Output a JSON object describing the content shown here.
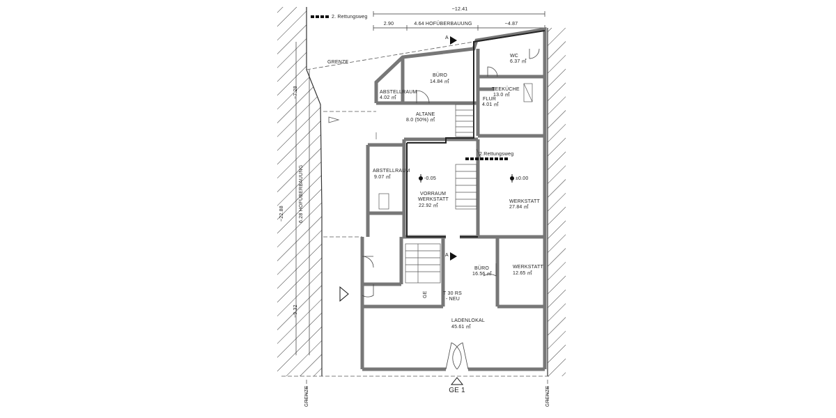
{
  "legend": {
    "label": "2. Rettungsweg"
  },
  "dimensions": {
    "total_width": "~12.41",
    "d1": "2.90",
    "d2": "4.64 HOFÜBERBAUUNG",
    "d3": "~4.87",
    "left_1": "~7.28",
    "left_2": "~22.88",
    "left_3": "6.28 HOFÜBERBAUUNG",
    "left_4": "~9.32"
  },
  "boundary": {
    "top": "GRENZE",
    "bottom_left": "GRENZE",
    "bottom_right": "GRENZE"
  },
  "rooms": {
    "wc": {
      "name": "WC",
      "area": "6.37 ㎡"
    },
    "buero_top": {
      "name": "BÜRO",
      "area": "14.84 ㎡"
    },
    "abstell_top": {
      "name": "ABSTELLRAUM",
      "area": "4.02 ㎡"
    },
    "teekueche": {
      "name": "TEEKÜCHE",
      "area": "13.0 ㎡"
    },
    "flur": {
      "name": "FLUR",
      "area": "4.01 ㎡"
    },
    "altane": {
      "name": "ALTANE",
      "area": "8.0 (50%) ㎡"
    },
    "abstell_mid": {
      "name": "ABSTELLRAUM",
      "area": "9.07 ㎡"
    },
    "vorraum": {
      "name": "VORRAUM",
      "name2": "WERKSTATT",
      "area": "22.92 ㎡"
    },
    "werkstatt_big": {
      "name": "WERKSTATT",
      "area": "27.84 ㎡"
    },
    "buero_bottom": {
      "name": "BÜRO",
      "area": "16.56 ㎡"
    },
    "werkstatt_small": {
      "name": "WERKSTATT",
      "area": "12.65 ㎡"
    },
    "ladenlokal": {
      "name": "LADENLOKAL",
      "area": "45.61 ㎡"
    }
  },
  "levels": {
    "vorraum": "-0.05",
    "werkstatt": "±0.00"
  },
  "escape_route_label": "2.Rettungsweg",
  "door_note": {
    "line1": "T 30 RS",
    "line2": "- NEU"
  },
  "entrance": {
    "label": "GE 1"
  },
  "entrance_side": {
    "label": "GE"
  },
  "sections": {
    "label": "A"
  }
}
